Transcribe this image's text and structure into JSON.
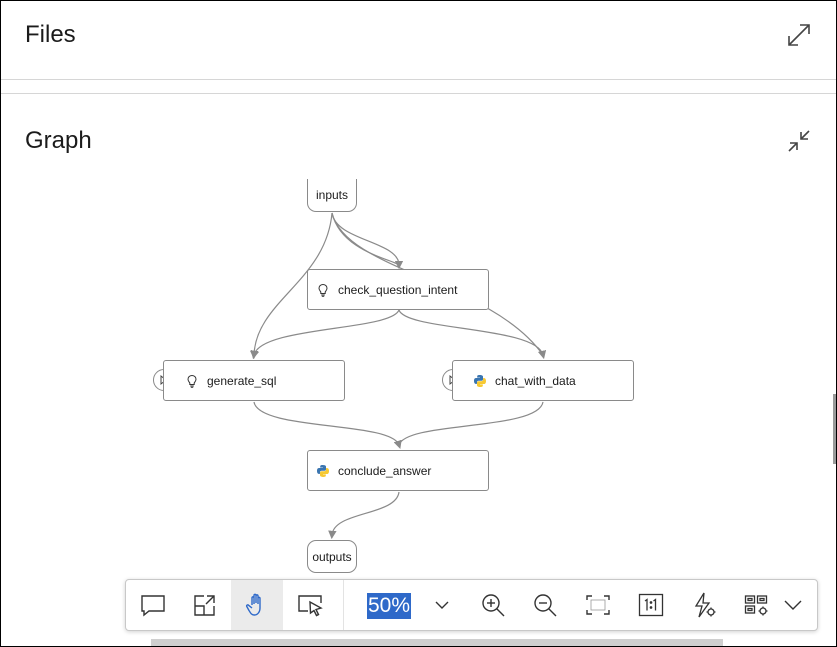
{
  "files": {
    "title": "Files"
  },
  "graph": {
    "title": "Graph",
    "nodes": {
      "inputs": "inputs",
      "check_question_intent": "check_question_intent",
      "generate_sql": "generate_sql",
      "chat_with_data": "chat_with_data",
      "conclude_answer": "conclude_answer",
      "outputs": "outputs"
    },
    "node_icons": {
      "check_question_intent": "lightbulb-icon",
      "generate_sql": "lightbulb-icon",
      "chat_with_data": "python-icon",
      "conclude_answer": "python-icon"
    }
  },
  "toolbar": {
    "zoom": "50%",
    "buttons": [
      "comment-icon",
      "open-external-icon",
      "hand-pan-icon",
      "select-pointer-icon",
      "zoom-dropdown-chevron-icon",
      "zoom-in-icon",
      "zoom-out-icon",
      "fit-to-screen-icon",
      "actual-size-icon",
      "auto-layout-icon",
      "layout-settings-icon",
      "more-chevron-icon"
    ],
    "active": "hand-pan-icon"
  },
  "colors": {
    "edge": "#8a8a8a",
    "node_border": "#8a8a8a",
    "zoom_highlight": "#2e69c9",
    "python_blue": "#3a75b0",
    "python_yellow": "#f7c932"
  }
}
